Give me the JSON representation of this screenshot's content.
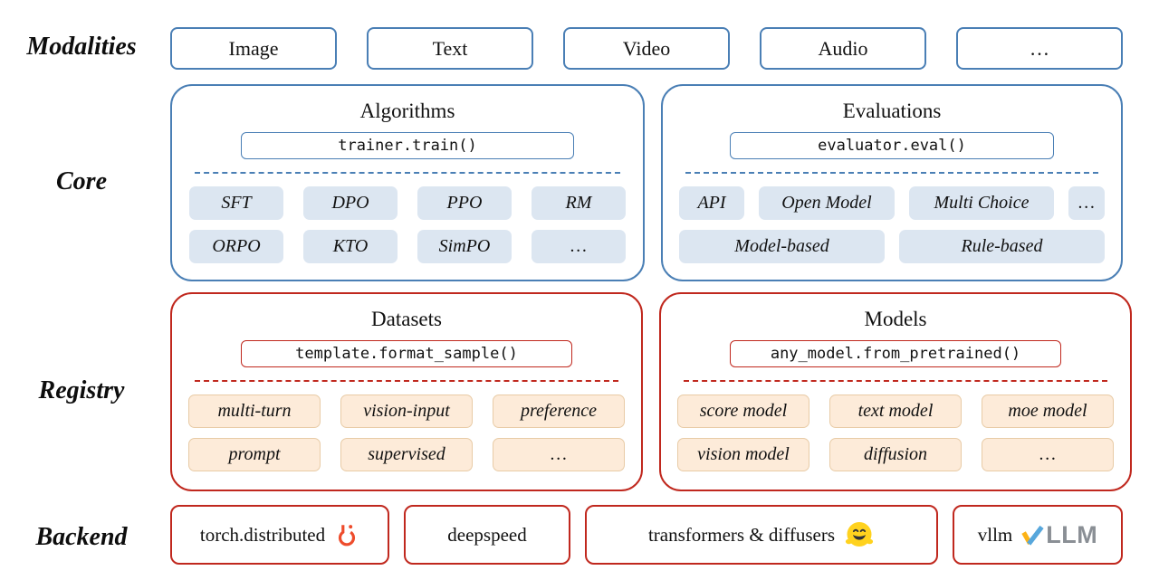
{
  "labels": {
    "modalities": "Modalities",
    "core": "Core",
    "registry": "Registry",
    "backend": "Backend"
  },
  "modalities": {
    "items": [
      "Image",
      "Text",
      "Video",
      "Audio",
      "…"
    ]
  },
  "core": {
    "algorithms": {
      "title": "Algorithms",
      "code": "trainer.train()",
      "chips": [
        "SFT",
        "DPO",
        "PPO",
        "RM",
        "ORPO",
        "KTO",
        "SimPO",
        "…"
      ]
    },
    "evaluations": {
      "title": "Evaluations",
      "code": "evaluator.eval()",
      "chips_row1": [
        "API",
        "Open Model",
        "Multi Choice",
        "…"
      ],
      "chips_row2": [
        "Model-based",
        "Rule-based"
      ]
    }
  },
  "registry": {
    "datasets": {
      "title": "Datasets",
      "code": "template.format_sample()",
      "chips": [
        "multi-turn",
        "vision-input",
        "preference",
        "prompt",
        "supervised",
        "…"
      ]
    },
    "models": {
      "title": "Models",
      "code": "any_model.from_pretrained()",
      "chips": [
        "score model",
        "text model",
        "moe model",
        "vision model",
        "diffusion",
        "…"
      ]
    }
  },
  "backend": {
    "items": [
      {
        "label": "torch.distributed",
        "icon": "pytorch-flame-icon"
      },
      {
        "label": "deepspeed",
        "icon": ""
      },
      {
        "label": "transformers & diffusers",
        "icon": "hugging-face-icon"
      },
      {
        "label": "vllm",
        "icon": "vllm-check-icon",
        "logo_text": "LLM"
      }
    ]
  },
  "colors": {
    "blue_border": "#4a7fb5",
    "red_border": "#c0281e",
    "chip_blue_bg": "#dce6f1",
    "chip_peach_bg": "#fdebd9",
    "pytorch_orange": "#ee4c2c",
    "hf_yellow": "#ffd21e",
    "vllm_yellow": "#fcb216",
    "vllm_blue": "#57a7dc",
    "llm_gray": "#8a8f95"
  }
}
